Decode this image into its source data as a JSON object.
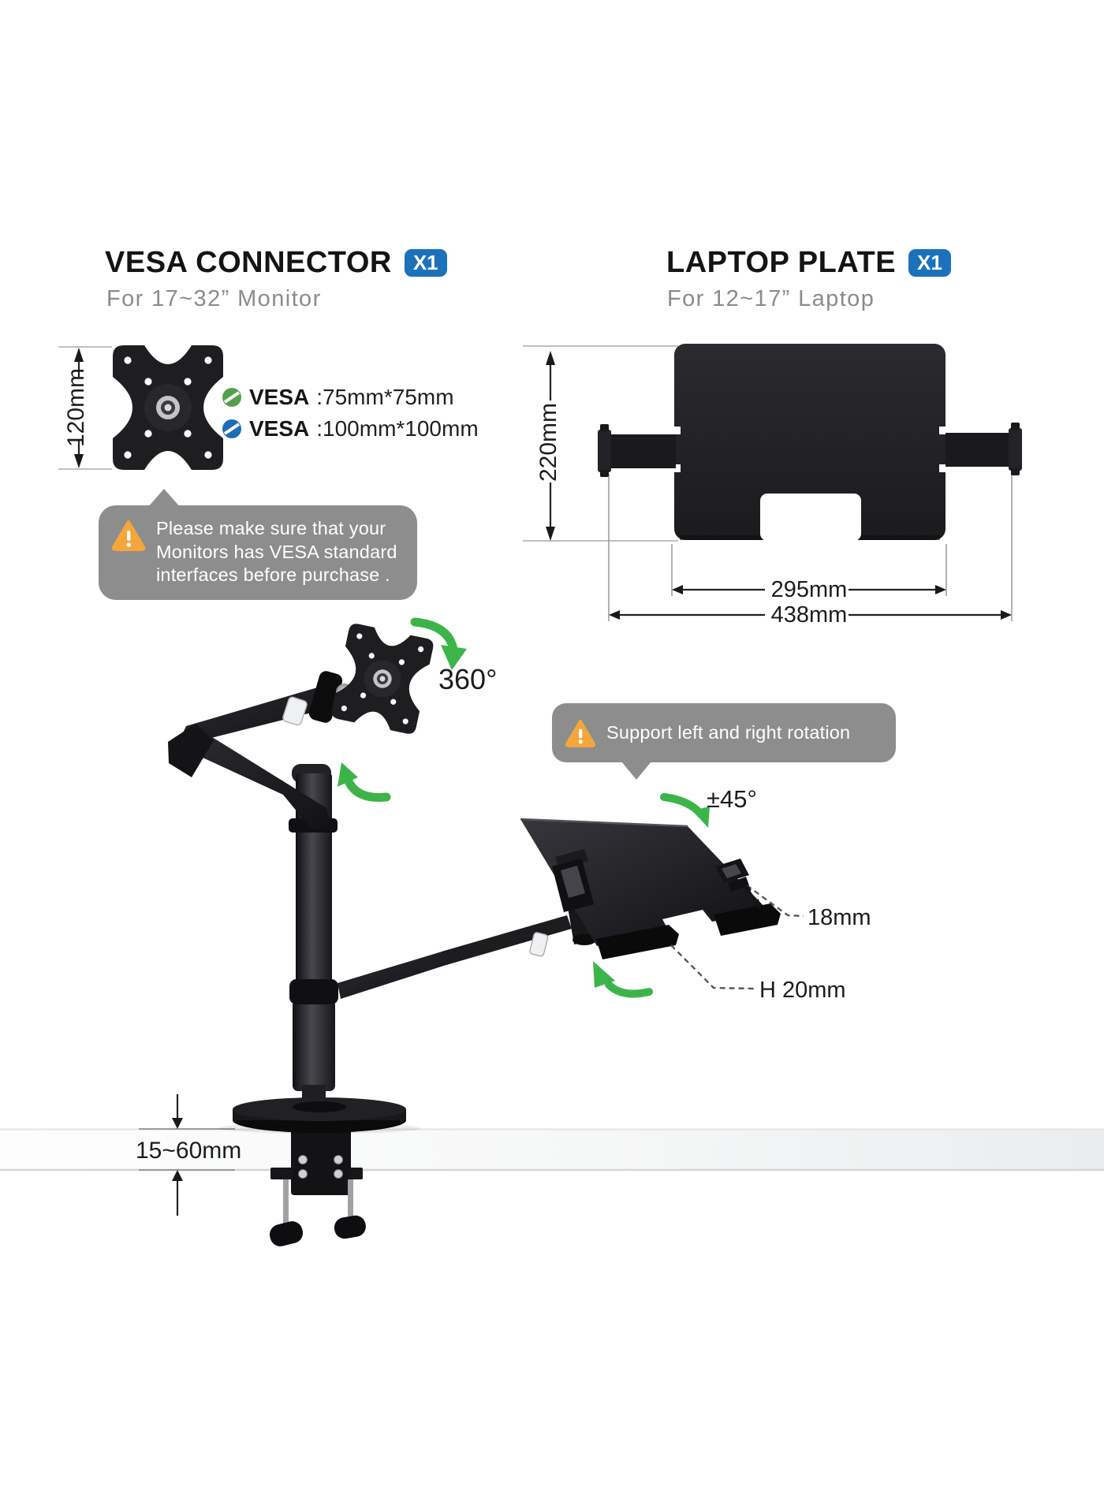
{
  "image_type": "monitor-arm product infographic",
  "colors": {
    "badge_blue": "#1c72ba",
    "note_gray": "#8d8d8d",
    "warning_orange": "#f3a73b",
    "arrow_green": "#3db44a",
    "bullet_green": "#55a04e",
    "bullet_blue": "#1d6cb8",
    "product_black": "#1b1b1e"
  },
  "icons": {
    "warning": "warning-triangle",
    "spec_bullet": "slashed-circle",
    "rotation_arrows": "curved-green-arrow"
  },
  "sections": {
    "vesa_connector": {
      "title": "VESA CONNECTOR",
      "count_badge": "X1",
      "subtitle": "For 17~32” Monitor",
      "height_label": "120mm",
      "specs": [
        {
          "bullet_color": "#55a04e",
          "name": "VESA",
          "value": ":75mm*75mm"
        },
        {
          "bullet_color": "#1d6cb8",
          "name": "VESA",
          "value": ":100mm*100mm"
        }
      ],
      "note_lines": [
        "Please make sure that your",
        "Monitors has VESA standard",
        "interfaces before purchase ."
      ]
    },
    "laptop_plate": {
      "title": "LAPTOP PLATE",
      "count_badge": "X1",
      "subtitle": "For 12~17” Laptop",
      "height_label": "220mm",
      "inner_width_label": "295mm",
      "outer_width_label": "438mm"
    },
    "arm_features": {
      "monitor_rotation": "360°",
      "note": "Support left and right rotation",
      "tray_rotation": "±45°",
      "lip_thickness": "18mm",
      "lip_height": "H 20mm",
      "desk_thickness": "15~60mm"
    }
  }
}
